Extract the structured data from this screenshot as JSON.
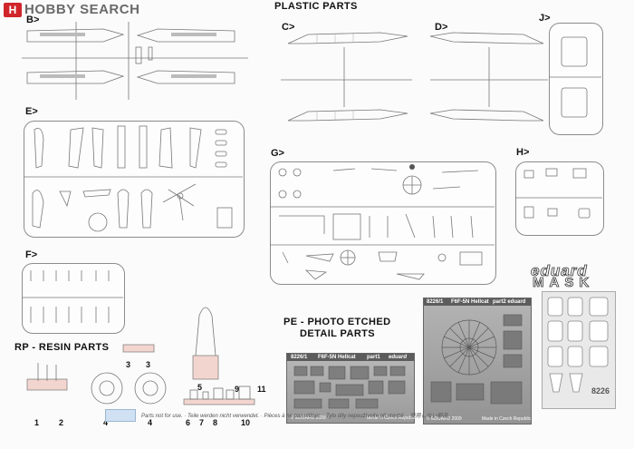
{
  "logo": {
    "mark": "H",
    "text": "HOBBY SEARCH"
  },
  "headings": {
    "plastic": "PLASTIC PARTS",
    "photo_etched_1": "PE - PHOTO ETCHED",
    "photo_etched_2": "DETAIL PARTS",
    "resin": "RP - RESIN PARTS"
  },
  "sprue_labels": {
    "b": "B>",
    "c": "C>",
    "d": "D>",
    "j": "J>",
    "e": "E>",
    "g": "G>",
    "h": "H>",
    "f": "F>"
  },
  "resin_numbers": [
    "1",
    "2",
    "3",
    "3",
    "4",
    "4",
    "5",
    "6",
    "7",
    "8",
    "9",
    "10",
    "11"
  ],
  "pe_fret_1": {
    "code": "8226/1",
    "title": "F6F-5N Hellcat",
    "part": "part1",
    "brand": "eduard",
    "copyright": "© EDUARD 2009",
    "made": "Made in Czech Republic"
  },
  "pe_fret_2": {
    "code": "8226/1",
    "title": "F6F-5N Hellcat",
    "part": "part2 eduard",
    "copyright": "© EDUARD 2009",
    "made": "Made in Czech Republic"
  },
  "mask": {
    "brand": "eduard",
    "word": "MASK",
    "code": "8226"
  },
  "footer": {
    "notice": "Parts not for use. · Teile werden nicht verwendet. · Pièces à ne pas utiliser. · Tyto díly nepoužívejte při stavbě. · 使用しない部品"
  }
}
